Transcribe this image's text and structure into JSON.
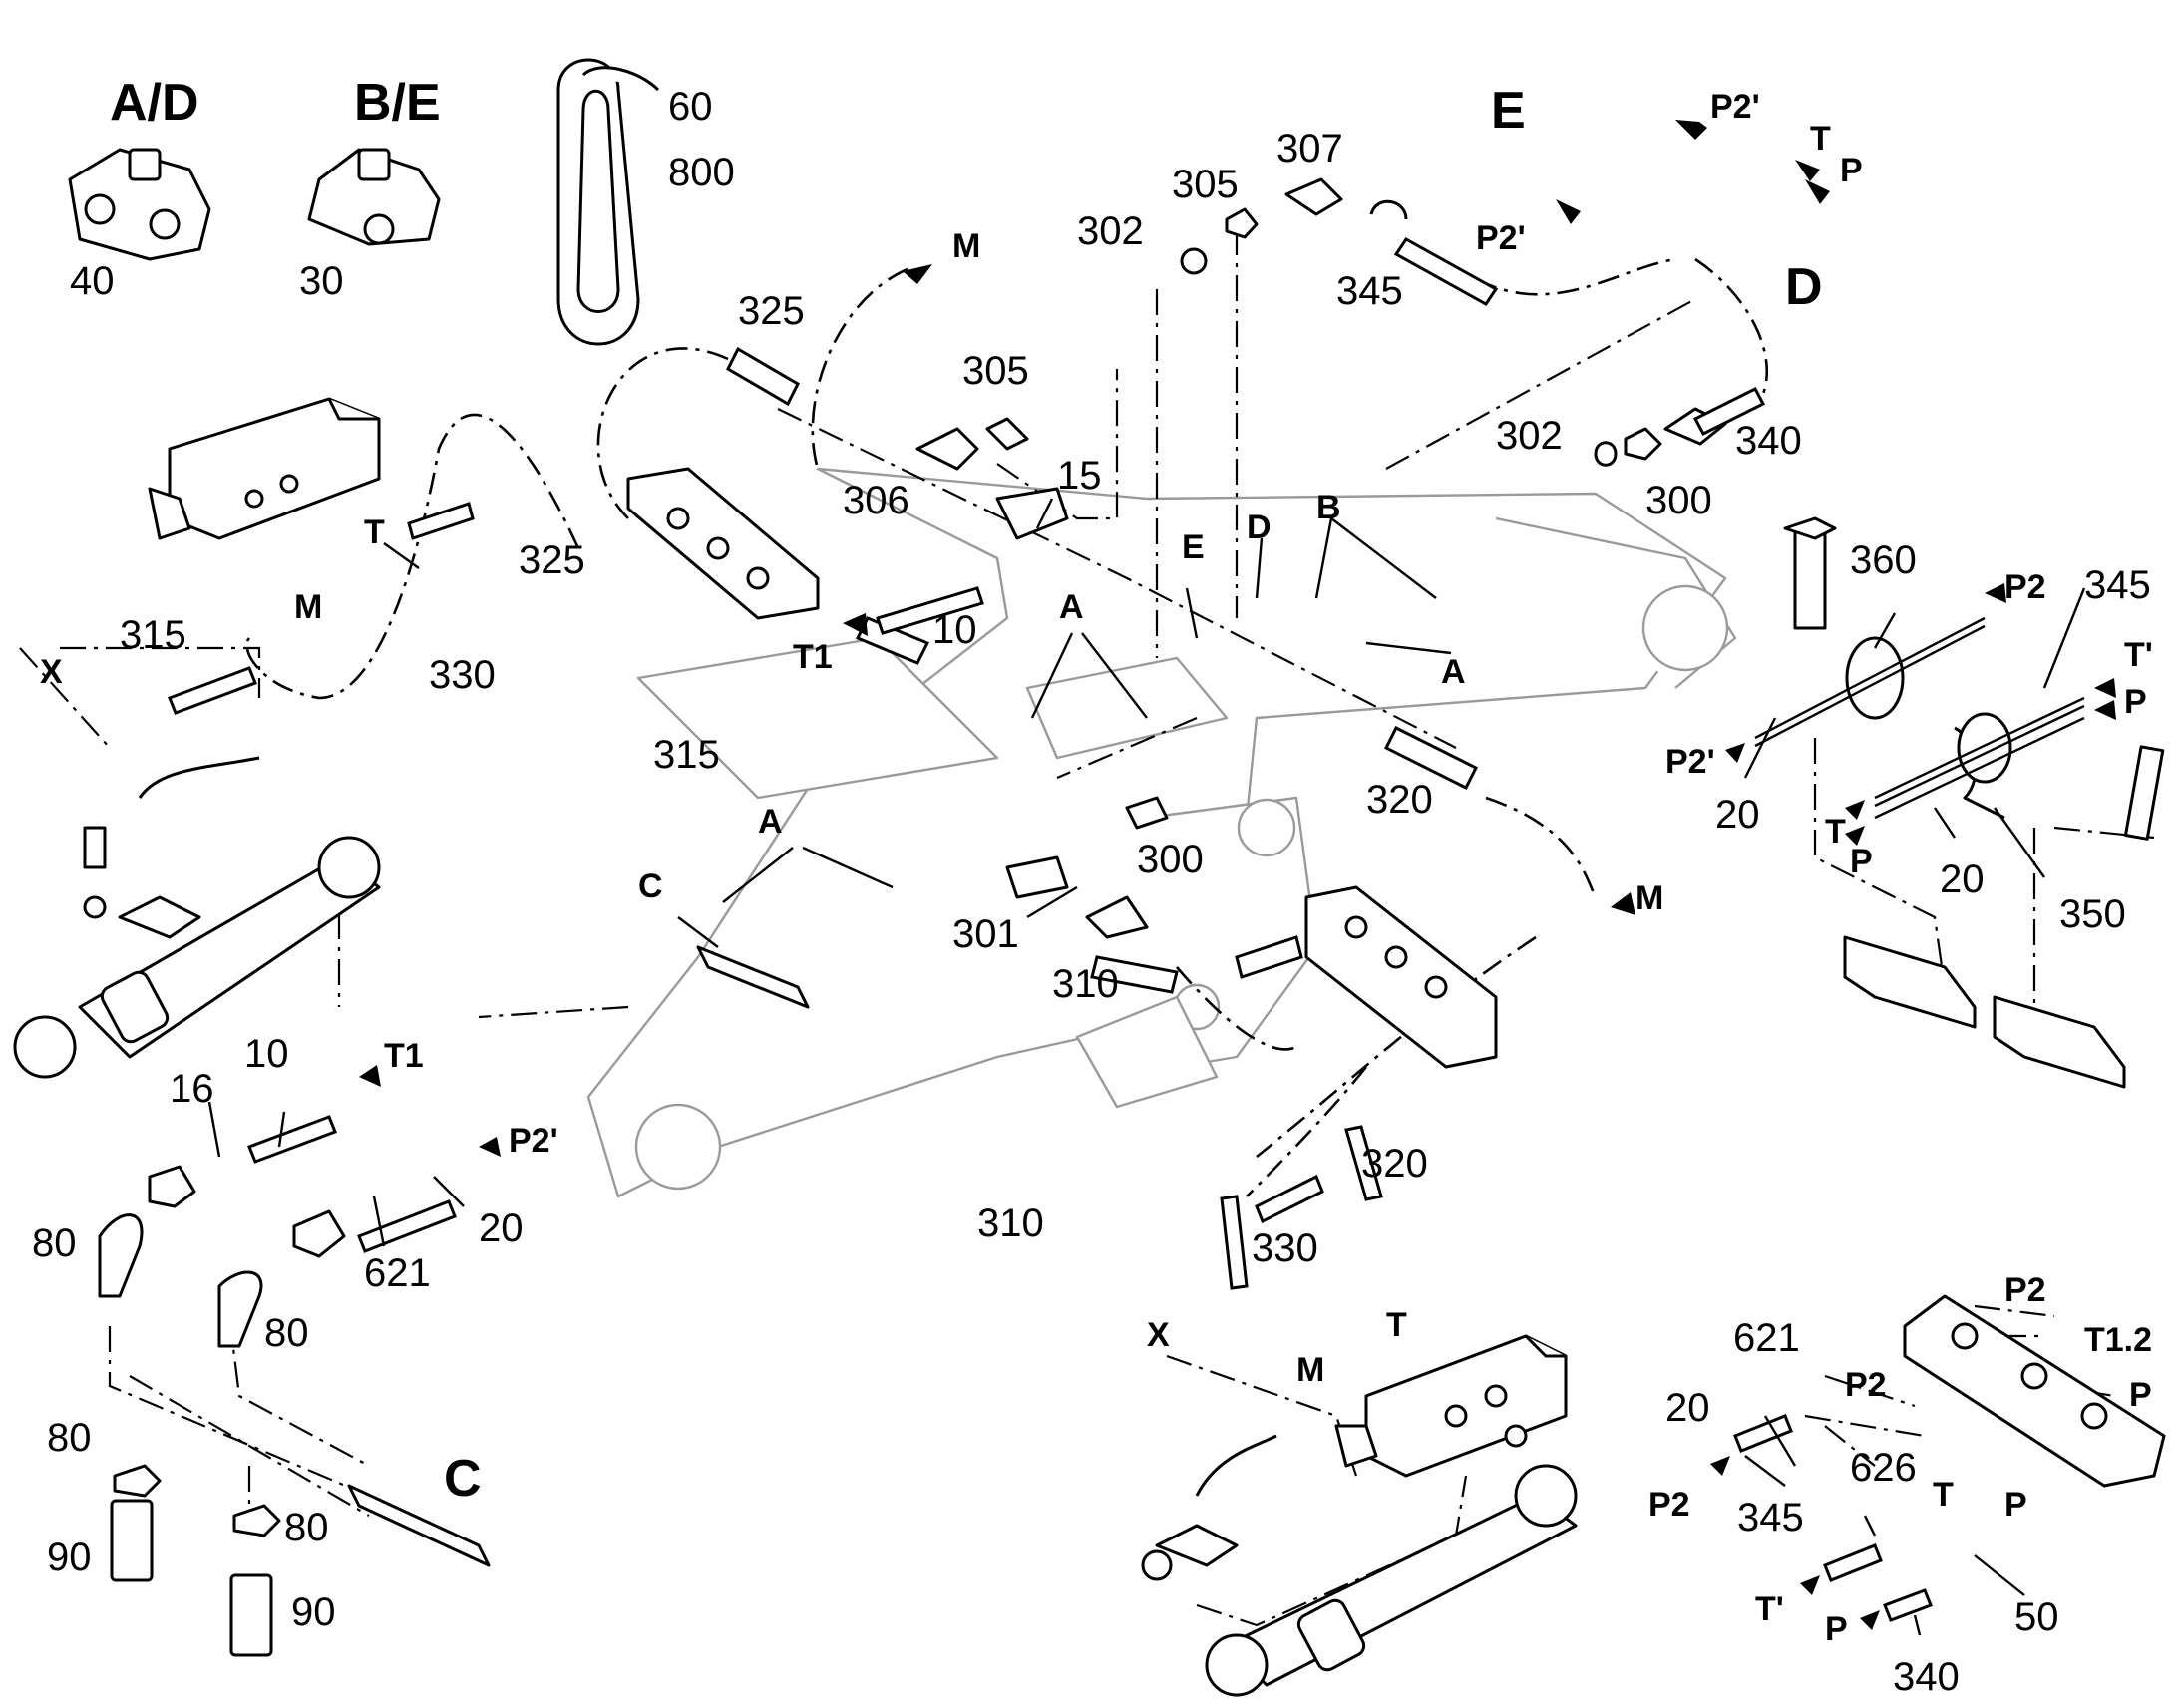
{
  "title_labels": {
    "a_d": "A/D",
    "b_e": "B/E"
  },
  "parts": {
    "p10": "10",
    "p15": "15",
    "p16": "16",
    "p20": "20",
    "p30": "30",
    "p40": "40",
    "p50": "50",
    "p60": "60",
    "p80": "80",
    "p90": "90",
    "p300": "300",
    "p301": "301",
    "p302": "302",
    "p305": "305",
    "p306": "306",
    "p307": "307",
    "p310": "310",
    "p315": "315",
    "p320": "320",
    "p325": "325",
    "p330": "330",
    "p340": "340",
    "p345": "345",
    "p350": "350",
    "p360": "360",
    "p621": "621",
    "p626": "626",
    "p800": "800"
  },
  "ports": {
    "a": "A",
    "b": "B",
    "c": "C",
    "d": "D",
    "e": "E",
    "m": "M",
    "t": "T",
    "x": "X",
    "p": "P",
    "t1": "T1",
    "t1_2": "T1.2",
    "t_prime": "T'",
    "p2": "P2",
    "p2_prime": "P2'"
  },
  "colors": {
    "ink": "#000000",
    "ghost": "#9a9a9a",
    "paper": "#ffffff"
  }
}
